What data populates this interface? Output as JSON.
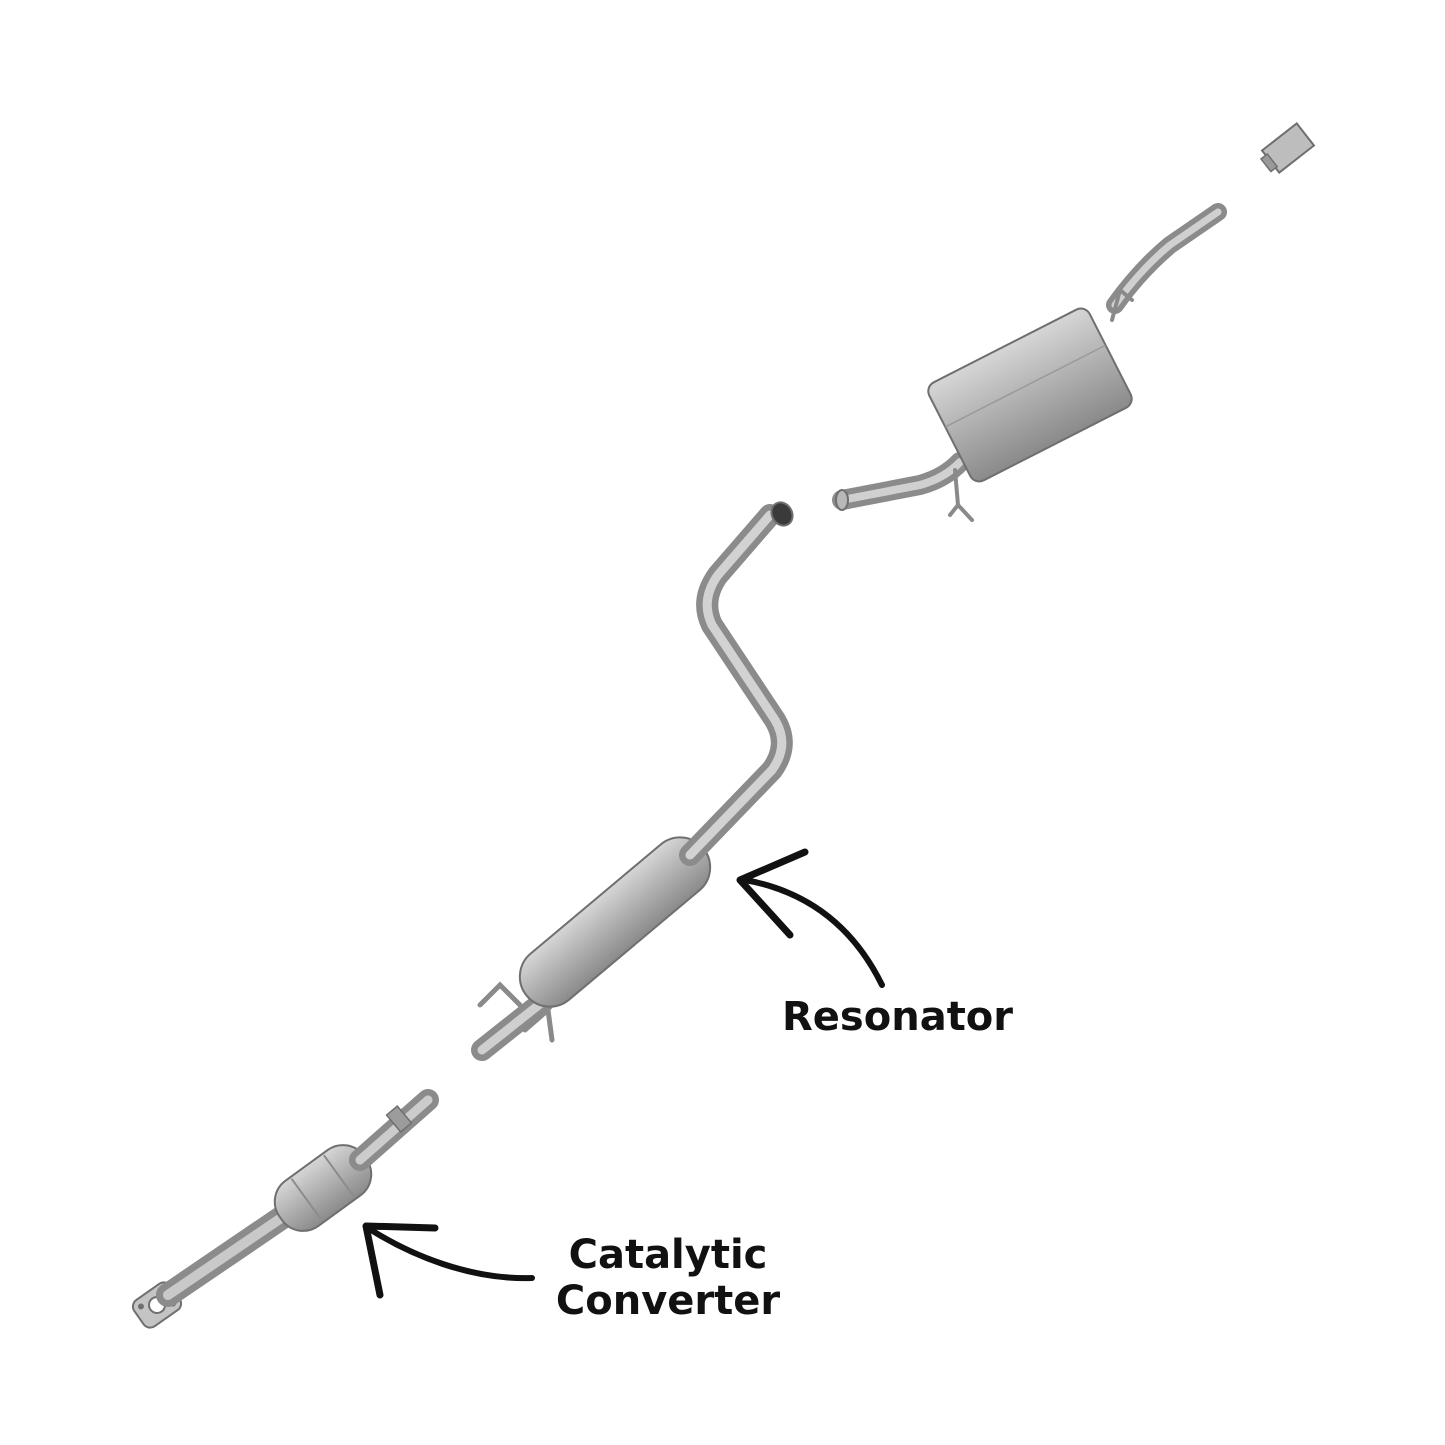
{
  "labels": {
    "resonator": "Resonator",
    "catalytic_line1": "Catalytic",
    "catalytic_line2": "Converter"
  },
  "colors": {
    "background": "#ffffff",
    "text": "#111111",
    "pipe_light": "#cfcfcf",
    "pipe_mid": "#a8a8a8",
    "pipe_dark": "#7a7a7a",
    "arrow": "#111111"
  },
  "parts": [
    "catalytic-converter-section",
    "resonator-section",
    "muffler-section",
    "exhaust-tip"
  ]
}
